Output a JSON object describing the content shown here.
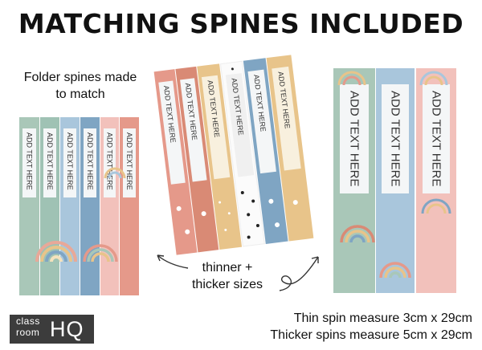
{
  "heading": "MATCHING SPINES INCLUDED",
  "folder_caption": {
    "line1": "Folder spines made",
    "line2": "to match"
  },
  "spine_label": "ADD TEXT HERE",
  "sizes_caption": {
    "line1": "thinner +",
    "line2": "thicker sizes"
  },
  "measurements": {
    "thin": "Thin spin measure 3cm x 29cm",
    "thick": "Thicker spins measure 5cm x 29cm"
  },
  "logo": {
    "line1": "class",
    "line2": "room",
    "mark": "HQ"
  },
  "colors": {
    "sage": "#a9c7b8",
    "mint": "#9fc2b4",
    "blue": "#a9c6dc",
    "steel": "#7fa5c3",
    "pink": "#f2c1bb",
    "terracotta": "#e5998a",
    "mustard": "#e8c48a",
    "cream": "#f3e2bd"
  }
}
